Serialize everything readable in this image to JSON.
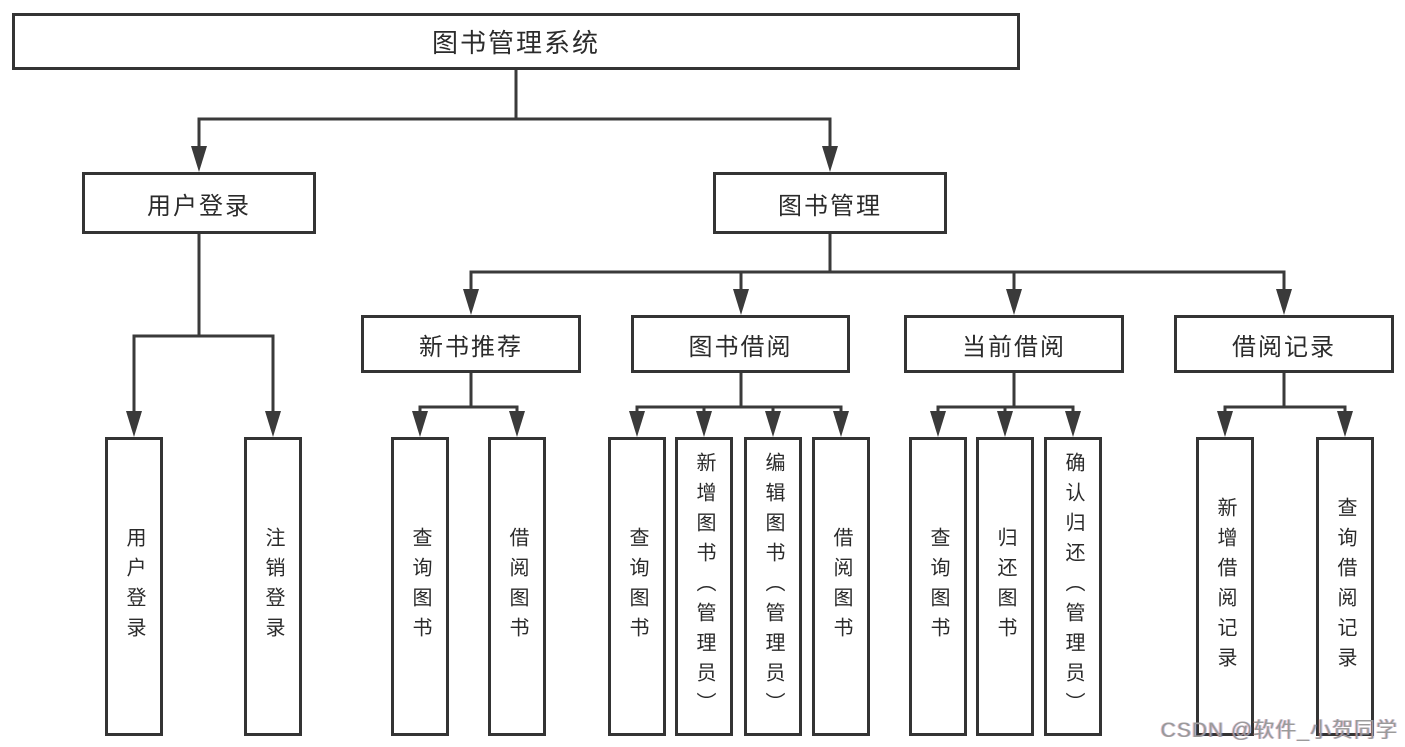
{
  "diagram": {
    "type": "tree-structure",
    "root": {
      "label": "图书管理系统"
    },
    "level2": {
      "user_login": {
        "label": "用户登录"
      },
      "book_management": {
        "label": "图书管理"
      }
    },
    "level3": {
      "new_book_recommend": {
        "label": "新书推荐"
      },
      "book_borrowing": {
        "label": "图书借阅"
      },
      "current_borrowing": {
        "label": "当前借阅"
      },
      "borrowing_records": {
        "label": "借阅记录"
      }
    },
    "leaves": {
      "user_login": {
        "label": "用户登录"
      },
      "logout": {
        "label": "注销登录"
      },
      "recommend_query_books": {
        "label": "查询图书"
      },
      "recommend_borrow_books": {
        "label": "借阅图书"
      },
      "borrowing_query_books": {
        "label": "查询图书"
      },
      "borrowing_add_books": {
        "label": "新增图书（管理员）"
      },
      "borrowing_edit_books": {
        "label": "编辑图书（管理员）"
      },
      "borrowing_borrow_books": {
        "label": "借阅图书"
      },
      "current_query_books": {
        "label": "查询图书"
      },
      "current_return_books": {
        "label": "归还图书"
      },
      "current_confirm_return": {
        "label": "确认归还（管理员）"
      },
      "records_add_record": {
        "label": "新增借阅记录"
      },
      "records_query_record": {
        "label": "查询借阅记录"
      }
    }
  },
  "watermark": {
    "text": "CSDN @软件_小贺同学"
  },
  "colors": {
    "line": "#3a3a3a",
    "box_border": "#343434",
    "box_fill": "#ffffff",
    "text": "#2b2b2b",
    "watermark": "#9a9a9a"
  }
}
